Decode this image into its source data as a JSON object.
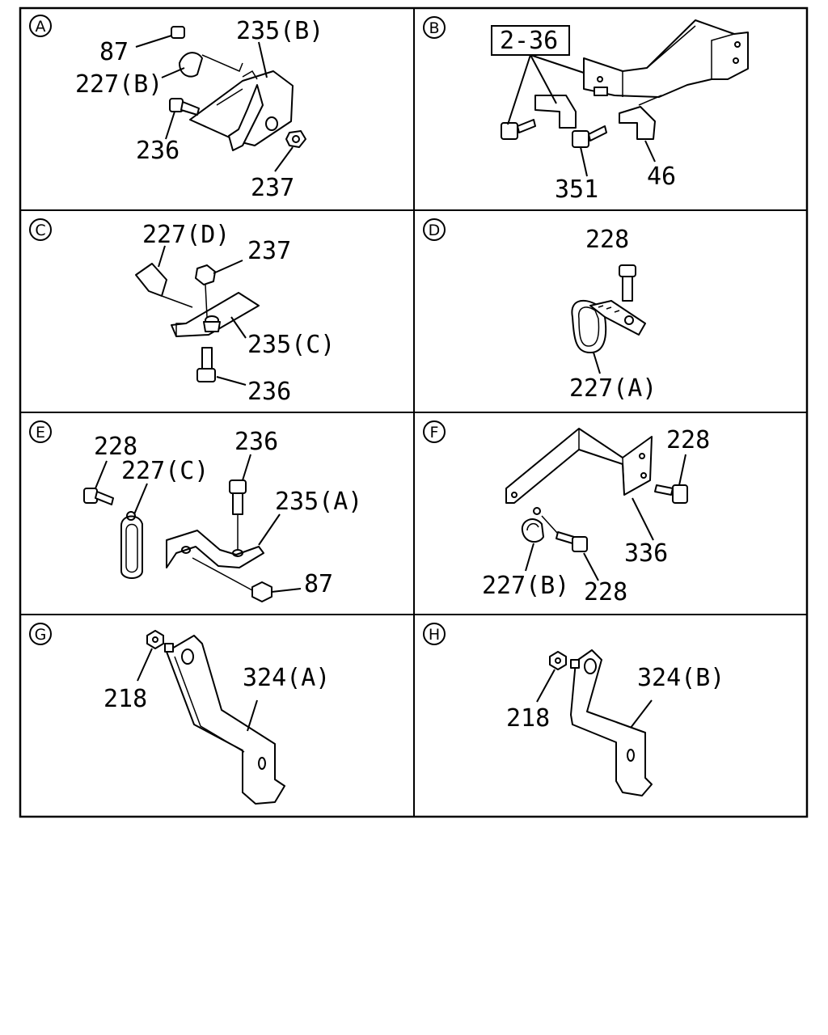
{
  "panels": [
    {
      "letter": "A",
      "labels": [
        "87",
        "235(B)",
        "227(B)",
        "236",
        "237"
      ]
    },
    {
      "letter": "B",
      "labels": [
        "2-36",
        "351",
        "46"
      ]
    },
    {
      "letter": "C",
      "labels": [
        "227(D)",
        "237",
        "235(C)",
        "236"
      ]
    },
    {
      "letter": "D",
      "labels": [
        "228",
        "227(A)"
      ]
    },
    {
      "letter": "E",
      "labels": [
        "228",
        "236",
        "227(C)",
        "235(A)",
        "87"
      ]
    },
    {
      "letter": "F",
      "labels": [
        "228",
        "336",
        "227(B)",
        "228"
      ]
    },
    {
      "letter": "G",
      "labels": [
        "218",
        "324(A)"
      ]
    },
    {
      "letter": "H",
      "labels": [
        "218",
        "324(B)"
      ]
    }
  ]
}
